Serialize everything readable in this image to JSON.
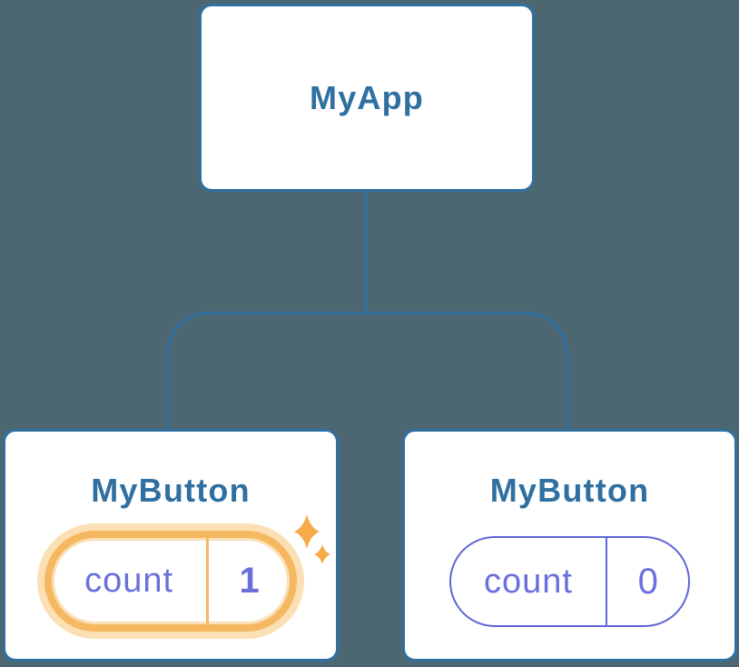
{
  "colors": {
    "background": "#4C6772",
    "node_border": "#2F70A1",
    "node_text": "#2F70A1",
    "state_text": "#6A6FDB",
    "state_border": "#5F66D6",
    "highlight": "#F6B761",
    "highlight_glow": "#FBE0B5",
    "sparkle": "#F7AA49"
  },
  "tree": {
    "root": {
      "label": "MyApp"
    },
    "children": [
      {
        "label": "MyButton",
        "state_key": "count",
        "state_value": "1",
        "highlighted": true
      },
      {
        "label": "MyButton",
        "state_key": "count",
        "state_value": "0",
        "highlighted": false
      }
    ]
  },
  "icons": {
    "sparkle": "sparkle-stars"
  }
}
